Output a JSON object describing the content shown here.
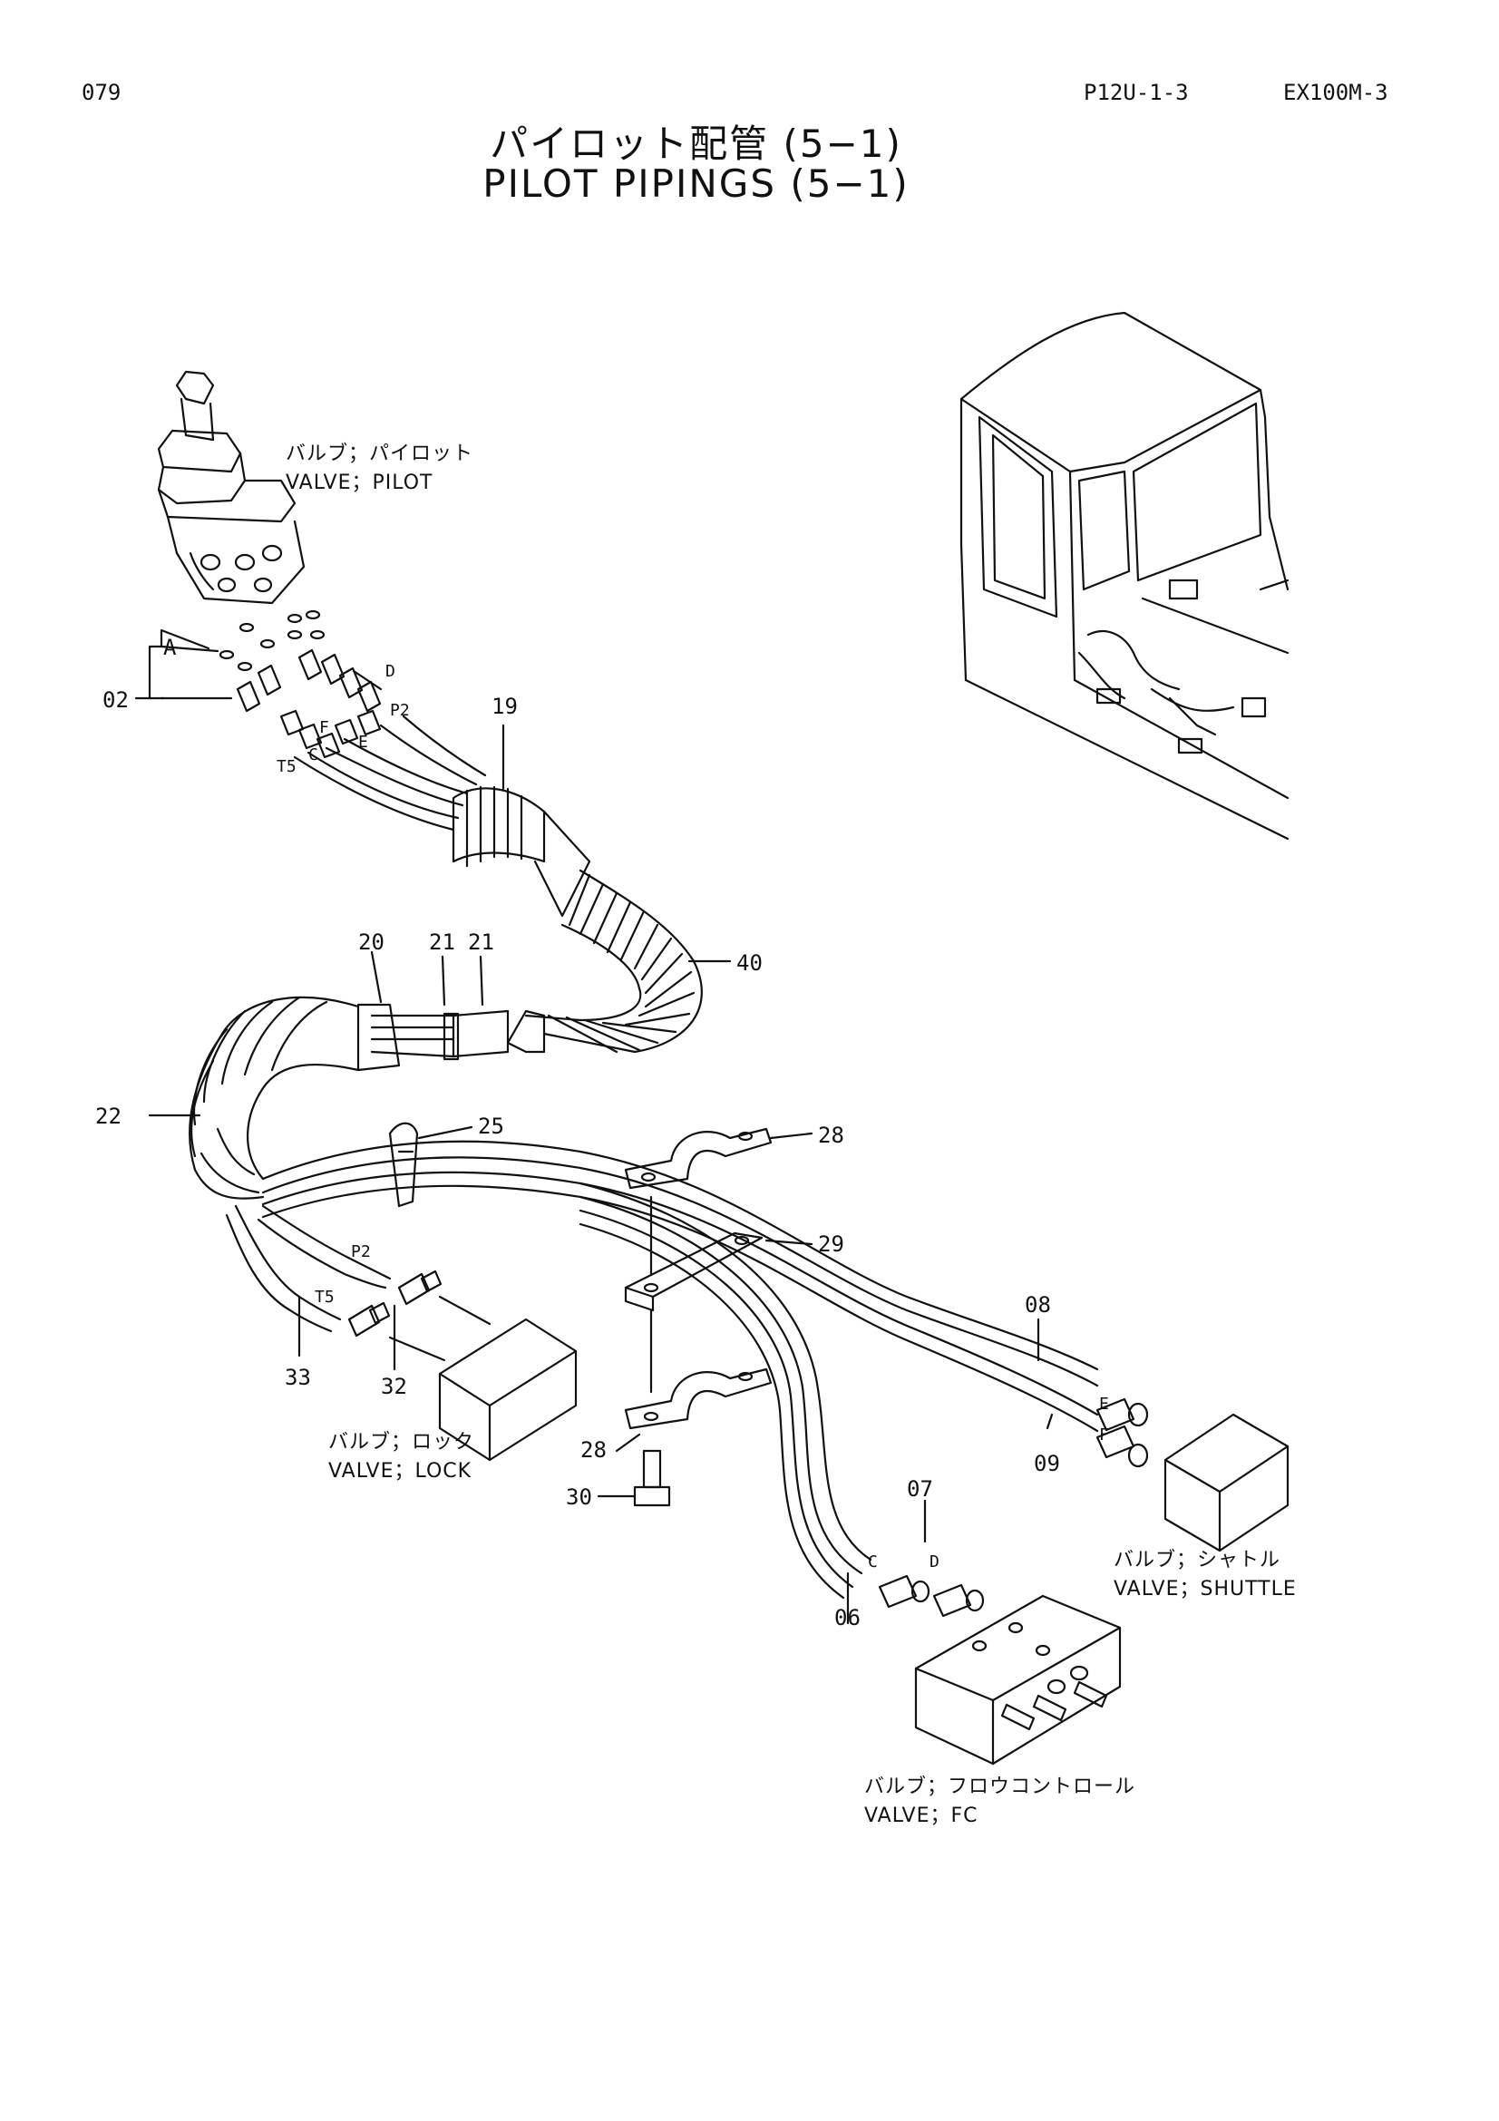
{
  "header": {
    "page_no": "079",
    "code": "P12U-1-3",
    "model": "EX100M-3"
  },
  "title": {
    "jp": "パイロット配管 (5−1)",
    "en": "PILOT PIPINGS (5−1)"
  },
  "parts": {
    "p02": "02",
    "p06": "06",
    "p07": "07",
    "p08": "08",
    "p09": "09",
    "p19": "19",
    "p20": "20",
    "p21a": "21",
    "p21b": "21",
    "p22": "22",
    "p25": "25",
    "p28a": "28",
    "p28b": "28",
    "p29": "29",
    "p30": "30",
    "p32": "32",
    "p33": "33",
    "p40": "40"
  },
  "ports": {
    "A": "A",
    "D": "D",
    "P2": "P2",
    "F": "F",
    "E": "E",
    "C": "C",
    "T5": "T5",
    "P2b": "P2",
    "T5b": "T5",
    "Eb": "E",
    "Fb": "F",
    "Cb": "C",
    "Db": "D"
  },
  "captions": {
    "pilot_jp": "バルブ；パイロット",
    "pilot_en": "VALVE；PILOT",
    "lock_jp": "バルブ；ロック",
    "lock_en": "VALVE；LOCK",
    "shuttle_jp": "バルブ；シャトル",
    "shuttle_en": "VALVE；SHUTTLE",
    "fc_jp": "バルブ；フロウコントロール",
    "fc_en": "VALVE；FC"
  }
}
